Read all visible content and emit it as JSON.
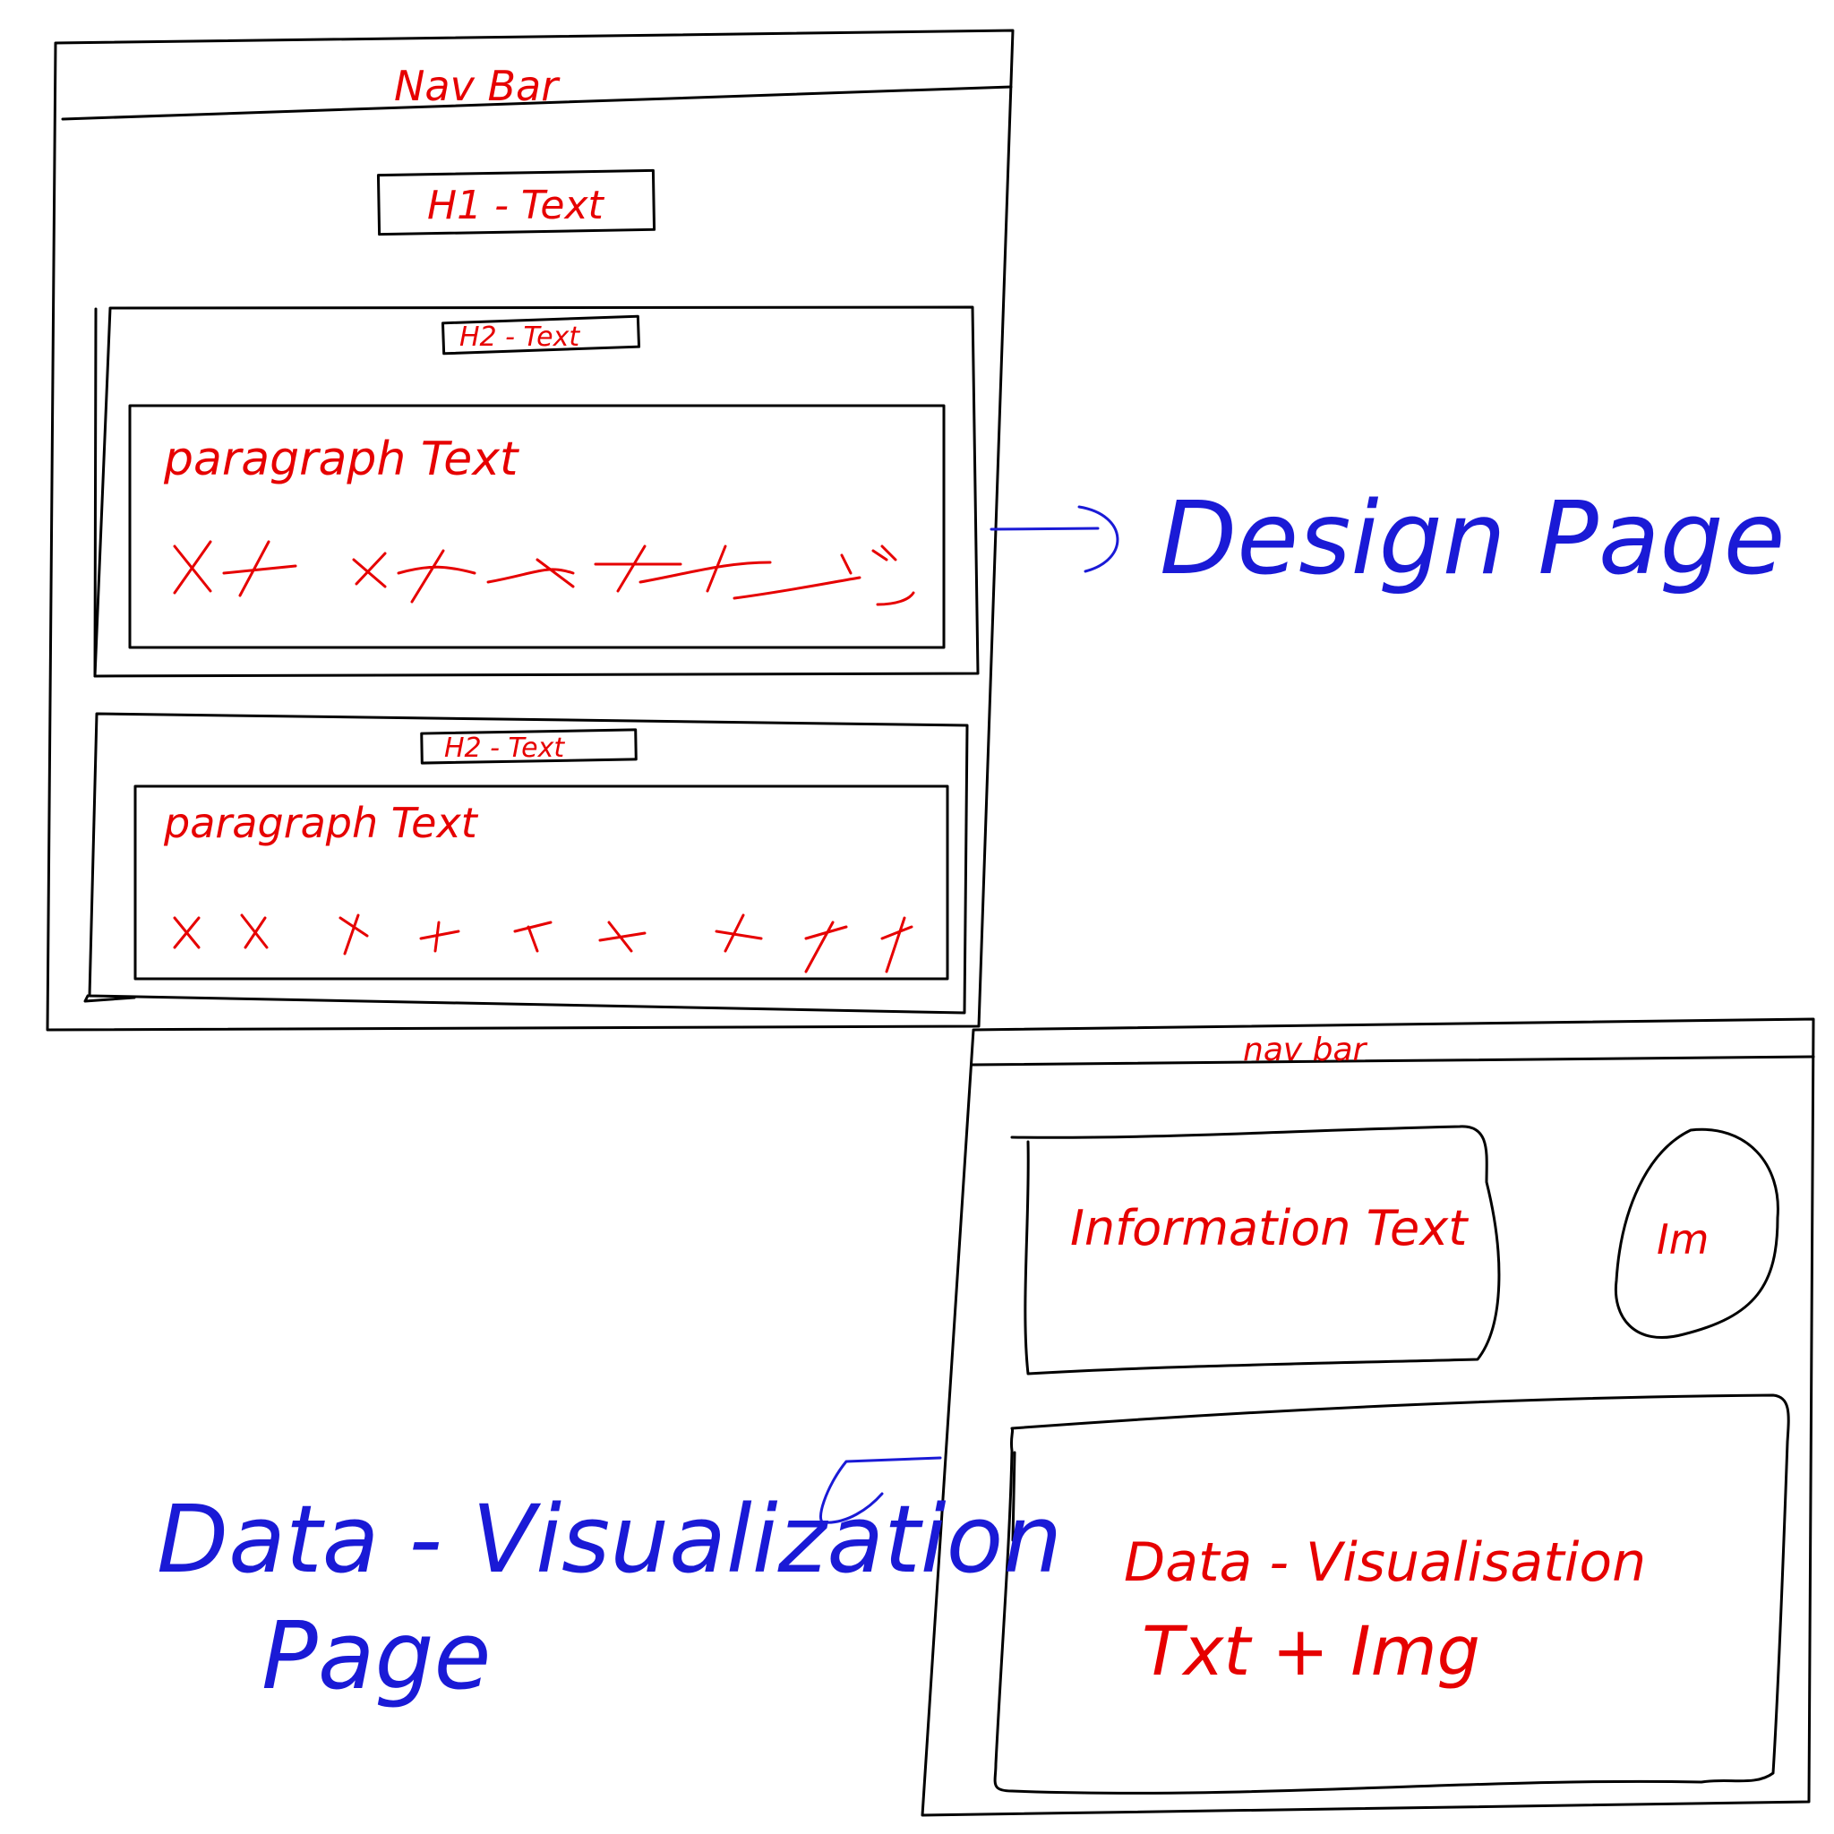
{
  "colors": {
    "outline": "#000000",
    "sketch_text": "#e60000",
    "annotation": "#1a1ad6"
  },
  "design_page": {
    "nav_label": "Nav Bar",
    "h1_label": "H1 - Text",
    "section_1": {
      "h2_label": "H2 - Text",
      "paragraph_label": "paragraph Text"
    },
    "section_2": {
      "h2_label": "H2 - Text",
      "paragraph_label": "paragraph Text"
    },
    "annotation": "Design Page"
  },
  "data_viz_page": {
    "nav_label": "nav bar",
    "info_label": "Information Text",
    "image_label": "Im",
    "viz_label_line1": "Data - Visualisation",
    "viz_label_line2": "Txt + Img",
    "annotation_line1": "Data - Visualization",
    "annotation_line2": "Page"
  }
}
